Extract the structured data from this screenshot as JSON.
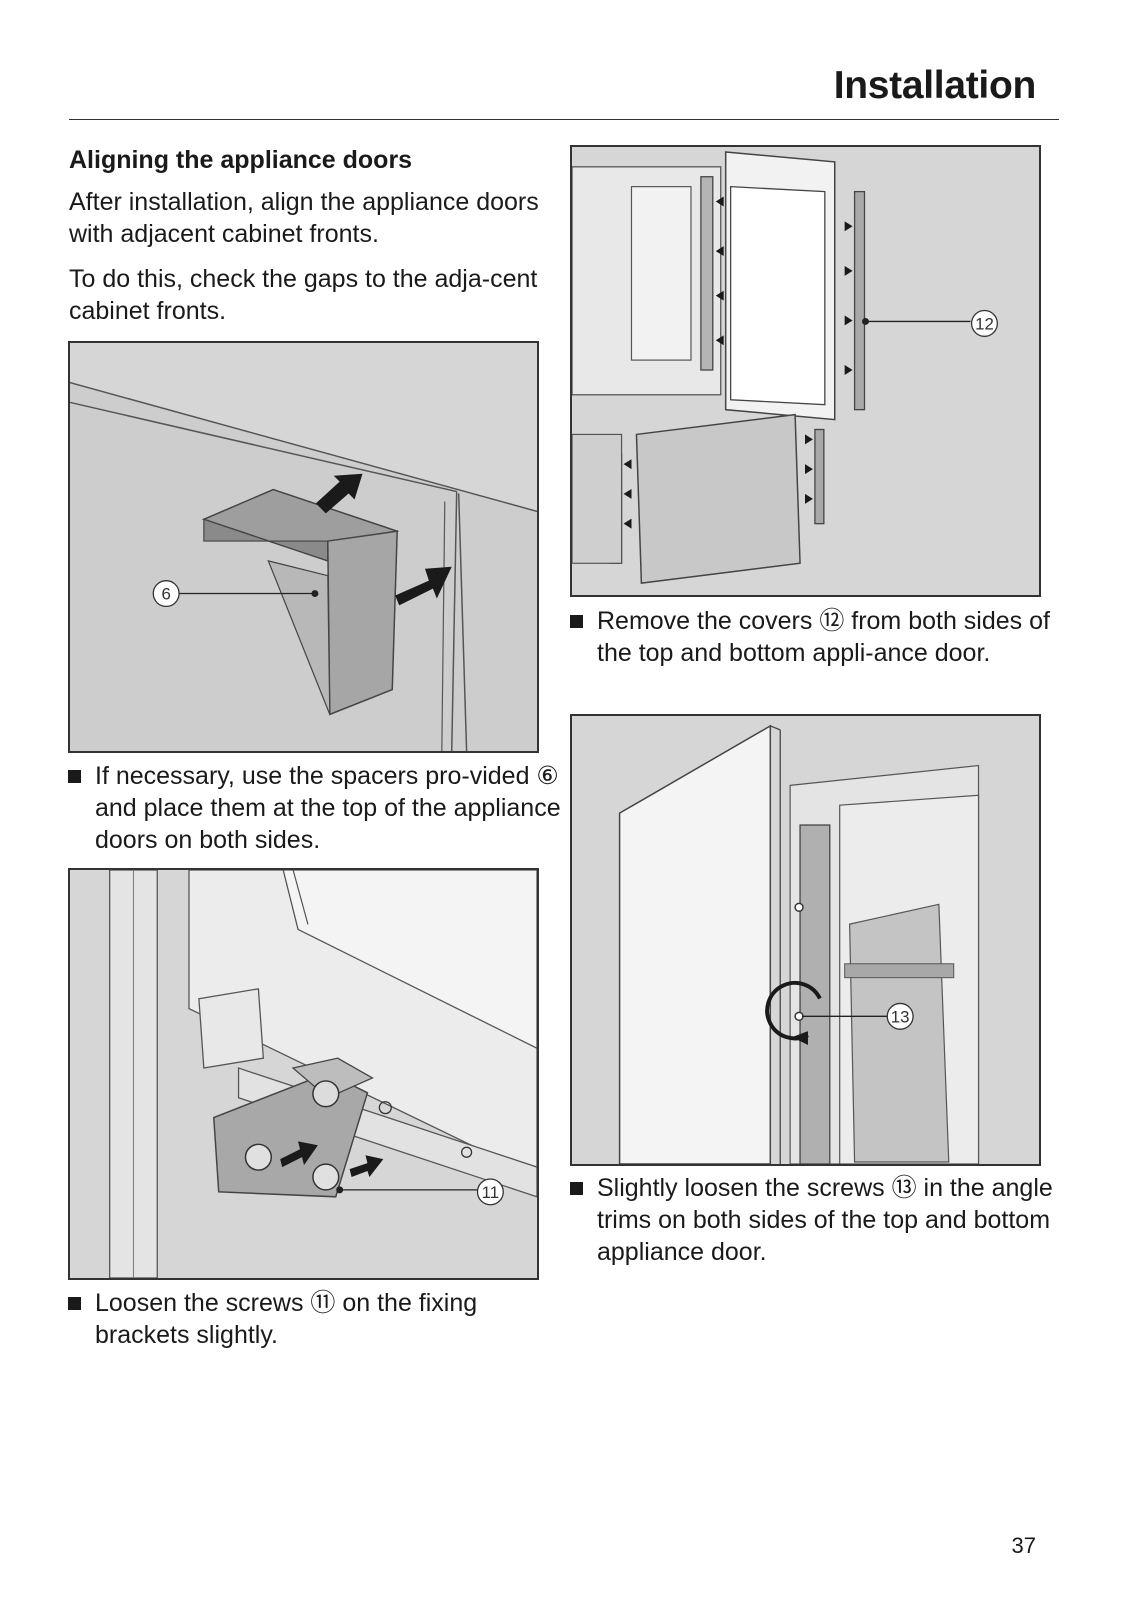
{
  "header": {
    "title": "Installation"
  },
  "section": {
    "heading": "Aligning the appliance doors"
  },
  "paragraphs": [
    "After installation, align the appliance doors with adjacent cabinet fronts.",
    "To do this, check the gaps to the adja-cent cabinet fronts."
  ],
  "steps": [
    {
      "text": "If necessary, use the spacers pro-vided ⑥ and place them at the top of the appliance doors on both sides."
    },
    {
      "text": "Loosen the screws ⑪ on the fixing brackets slightly."
    },
    {
      "text": "Remove the covers ⑫ from both sides of the top and bottom appli-ance door."
    },
    {
      "text": "Slightly loosen the screws ⑬ in the angle trims on both sides of the top and bottom appliance door."
    }
  ],
  "figures": {
    "spacer": {
      "callout": "6"
    },
    "bracket": {
      "callout": "11"
    },
    "covers": {
      "callout": "12"
    },
    "trim": {
      "callout": "13"
    }
  },
  "footer": {
    "page_number": "37"
  }
}
